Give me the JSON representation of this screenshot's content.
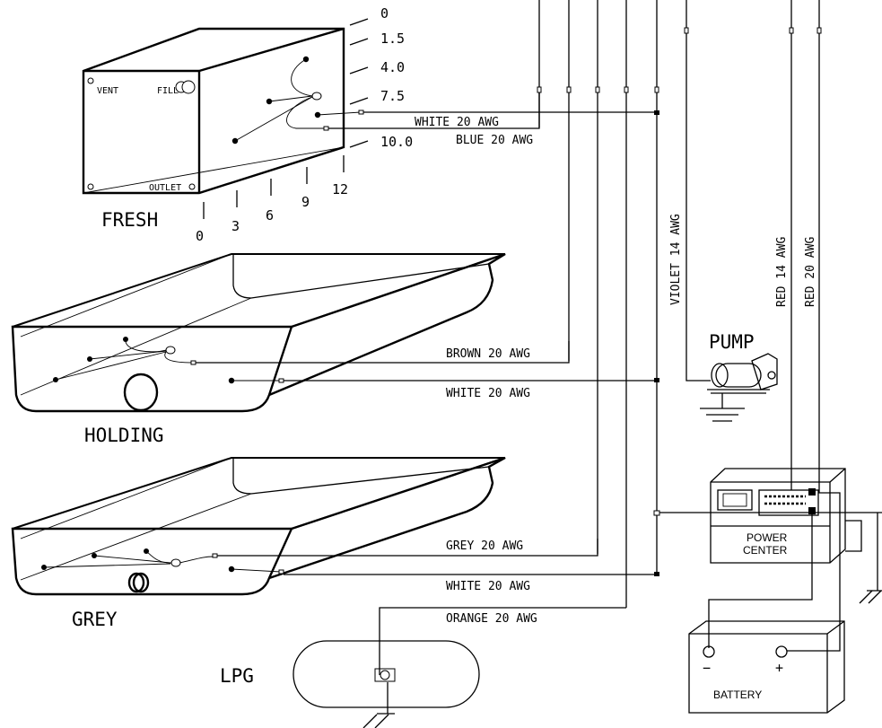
{
  "tanks": {
    "fresh": {
      "label": "FRESH",
      "vent": "VENT",
      "fill": "FILL",
      "outlet": "OUTLET",
      "right_scale": [
        "0",
        "1.5",
        "4.0",
        "7.5",
        "10.0"
      ],
      "bottom_scale": [
        "0",
        "3",
        "6",
        "9",
        "12"
      ]
    },
    "holding": {
      "label": "HOLDING"
    },
    "grey": {
      "label": "GREY"
    },
    "lpg": {
      "label": "LPG"
    }
  },
  "wires": {
    "fresh_white": "WHITE 20 AWG",
    "fresh_blue": "BLUE 20 AWG",
    "holding_brown": "BROWN 20 AWG",
    "holding_white": "WHITE 20 AWG",
    "grey_grey": "GREY 20 AWG",
    "grey_white": "WHITE 20 AWG",
    "lpg_orange": "ORANGE 20 AWG",
    "violet": "VIOLET 14 AWG",
    "red14": "RED 14 AWG",
    "red20": "RED 20 AWG"
  },
  "components": {
    "pump": "PUMP",
    "power_center_line1": "POWER",
    "power_center_line2": "CENTER",
    "battery": "BATTERY",
    "battery_neg": "−",
    "battery_pos": "+"
  }
}
